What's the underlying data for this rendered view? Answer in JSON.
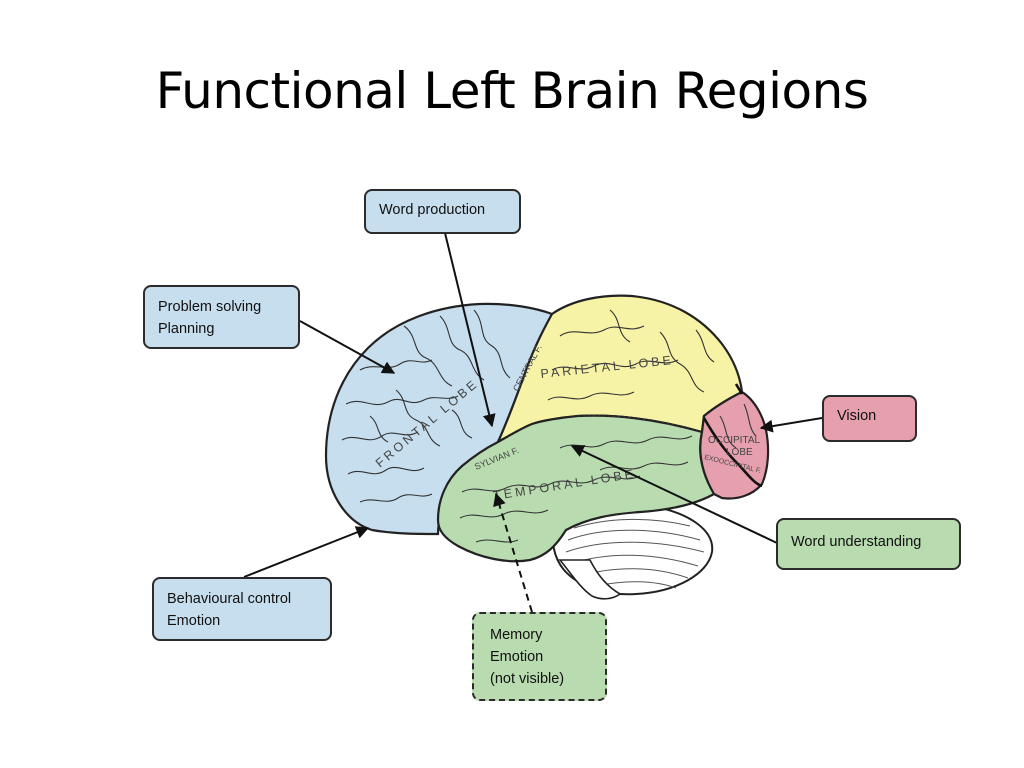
{
  "title": "Functional Left Brain Regions",
  "callouts": {
    "word_production": [
      "Word production"
    ],
    "problem_solving": [
      "Problem solving",
      "Planning"
    ],
    "vision": [
      "Vision"
    ],
    "word_understanding": [
      "Word understanding"
    ],
    "behavioural": [
      "Behavioural control",
      "Emotion"
    ],
    "memory": [
      "Memory",
      "Emotion",
      "(not visible)"
    ]
  },
  "brain_labels": {
    "frontal": "FRONTAL LOBE",
    "parietal": "PARIETAL LOBE",
    "temporal": "TEMPORAL LOBE",
    "occipital_1": "OCCIPITAL",
    "occipital_2": "LOBE",
    "exooccipital": "EXOOCCIPITAL F.",
    "sylvian": "SYLVIAN F.",
    "central": "CENTRAL F."
  },
  "colors": {
    "frontal": "#c6deee",
    "parietal": "#f6f2a6",
    "temporal": "#b9dbb0",
    "occipital": "#e6a0ad"
  }
}
